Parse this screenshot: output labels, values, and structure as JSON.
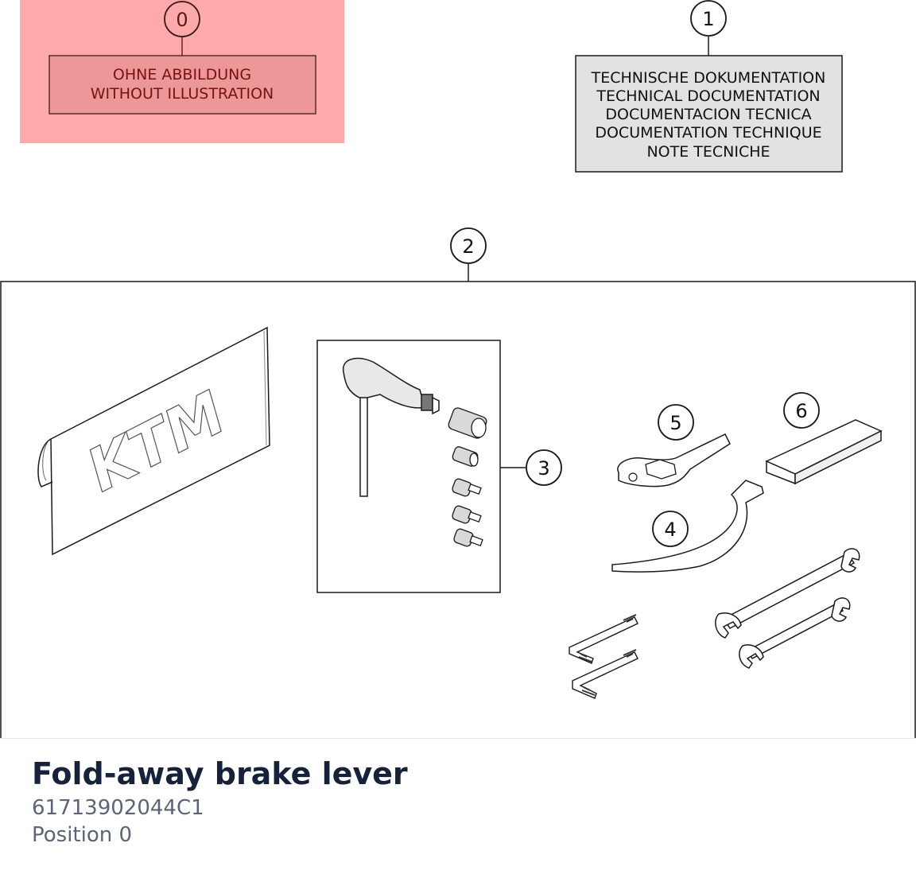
{
  "callouts": {
    "c0": "0",
    "c1": "1",
    "c2": "2",
    "c3": "3",
    "c4": "4",
    "c5": "5",
    "c6": "6"
  },
  "no_illustration": {
    "line1": "OHNE ABBILDUNG",
    "line2": "WITHOUT ILLUSTRATION"
  },
  "technical_documentation": {
    "line1": "TECHNISCHE DOKUMENTATION",
    "line2": "TECHNICAL DOCUMENTATION",
    "line3": "DOCUMENTACION TECNICA",
    "line4": "DOCUMENTATION TECHNIQUE",
    "line5": "NOTE TECNICHE"
  },
  "tool_bag": {
    "logo_text": "KTM"
  },
  "colors": {
    "highlight": "#ffaaaa",
    "highlight_text": "#7a1010",
    "doc_box_fill": "#e2e2e2",
    "line": "#1a1a1a",
    "title": "#16213a",
    "subtitle": "#5b6579"
  },
  "caption": {
    "title": "Fold-away brake lever",
    "part_number": "61713902044C1",
    "position": "Position 0"
  }
}
